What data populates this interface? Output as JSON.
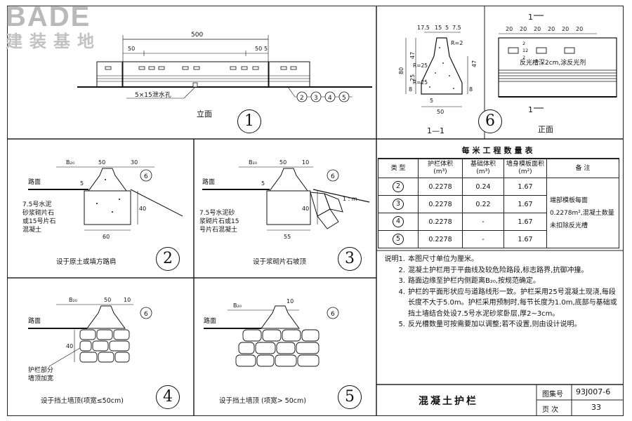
{
  "logo": {
    "word": "BADE",
    "subtitle": "建装基地"
  },
  "elevation": {
    "dim_total": "500",
    "dim_left": "50",
    "dim_right": "50",
    "dim_right_sub": "5",
    "hole_label": "5×15泄水孔",
    "caption": "立面",
    "number": "1",
    "circles": [
      "2",
      "3",
      "4",
      "5"
    ]
  },
  "section": {
    "dims_top": [
      "17.5",
      "15",
      "5",
      "7.5"
    ],
    "dims_left": [
      "80",
      "47",
      "25",
      "8"
    ],
    "dims_right": [
      "47",
      "8"
    ],
    "r_labels": [
      "R=2",
      "R=25",
      "R=25"
    ],
    "dim_bottom": "50",
    "label_small": "5",
    "caption": "1—1",
    "number": "6"
  },
  "front": {
    "mark_top": "1",
    "mark_bottom": "1",
    "dims_top": [
      "20",
      "20",
      "20",
      "20",
      "20",
      "20"
    ],
    "dims_side": [
      "2",
      "12",
      "2"
    ],
    "note": "反光槽深2cm,涂反光剂",
    "caption": "正面"
  },
  "detail2": {
    "b_label": "B₂₀",
    "dims_top": [
      "50",
      "30"
    ],
    "dim_small": "5",
    "dim_right": "40",
    "dim_bottom": "60",
    "road_label": "路面",
    "material": [
      "7.5号水泥",
      "砂浆砌片石",
      "或15号片石",
      "混凝土"
    ],
    "marker": "6",
    "caption": "设于原土或填方路肩",
    "number": "2"
  },
  "detail3": {
    "b_label": "B₂₀",
    "dims_top": [
      "50",
      "10"
    ],
    "dim_small": "5",
    "dim_right": "40",
    "dim_bottom": "55",
    "road_label": "路面",
    "slope": "1 : m",
    "material": [
      "7.5号水泥砂",
      "浆砌片石或15",
      "号片石混凝土"
    ],
    "marker": "6",
    "caption": "设于浆砌片石坡顶",
    "number": "3"
  },
  "detail4": {
    "b_label": "B₂₀",
    "dims_top": [
      "50",
      "10"
    ],
    "dim_right": "40",
    "road_label": "路面",
    "material": [
      "护栏部分",
      "墙顶加宽"
    ],
    "marker": "6",
    "caption": "设于挡土墙顶(项宽≤50cm)",
    "number": "4"
  },
  "detail5": {
    "b_label": "B₂₀",
    "dims_top": [
      "10"
    ],
    "road_label": "路面",
    "marker": "6",
    "caption": "设于挡土墙顶 (项宽> 50cm)",
    "number": "5"
  },
  "quantity": {
    "title": "每米工程数量表",
    "headers": [
      "类 型",
      "护栏体积\n(m³)",
      "基础体积\n(m³)",
      "墙身模板面积\n(m²)",
      "备 注"
    ],
    "rows": [
      {
        "type": "2",
        "v1": "0.2278",
        "v2": "0.24",
        "v3": "1.67"
      },
      {
        "type": "3",
        "v1": "0.2278",
        "v2": "0.22",
        "v3": "1.67"
      },
      {
        "type": "4",
        "v1": "0.2278",
        "v2": "-",
        "v3": "1.67"
      },
      {
        "type": "5",
        "v1": "0.2278",
        "v2": "-",
        "v3": "1.67"
      }
    ],
    "remark": "端部模板每面0.2278m²,混凝土数量未扣除反光槽"
  },
  "notes": [
    {
      "label": "说明1.",
      "text": "本图尺寸单位为厘米。"
    },
    {
      "label": "2.",
      "text": "混凝土护栏用于平曲线及较危险路段,标志路界,抗御冲撞。"
    },
    {
      "label": "3.",
      "text": "路面边缘至护栏内侧距离B₂₀,按规范确定。"
    },
    {
      "label": "4.",
      "text": "护栏的平面形状应与道路线形一致。护栏采用25号混凝土现浇,每段长度不大于5.0m。护栏采用预制时,每节长度为1.0m,底部与基础或挡土墙结合处设7.5号水泥砂浆卧层,厚2~3cm。"
    },
    {
      "label": "5.",
      "text": "反光槽数量可按需要加以调整;若不设置,则由设计说明。"
    }
  ],
  "titleblock": {
    "title": "混凝土护栏",
    "label_no": "图集号",
    "value_no": "93J007-6",
    "label_page": "页 次",
    "value_page": "33"
  }
}
